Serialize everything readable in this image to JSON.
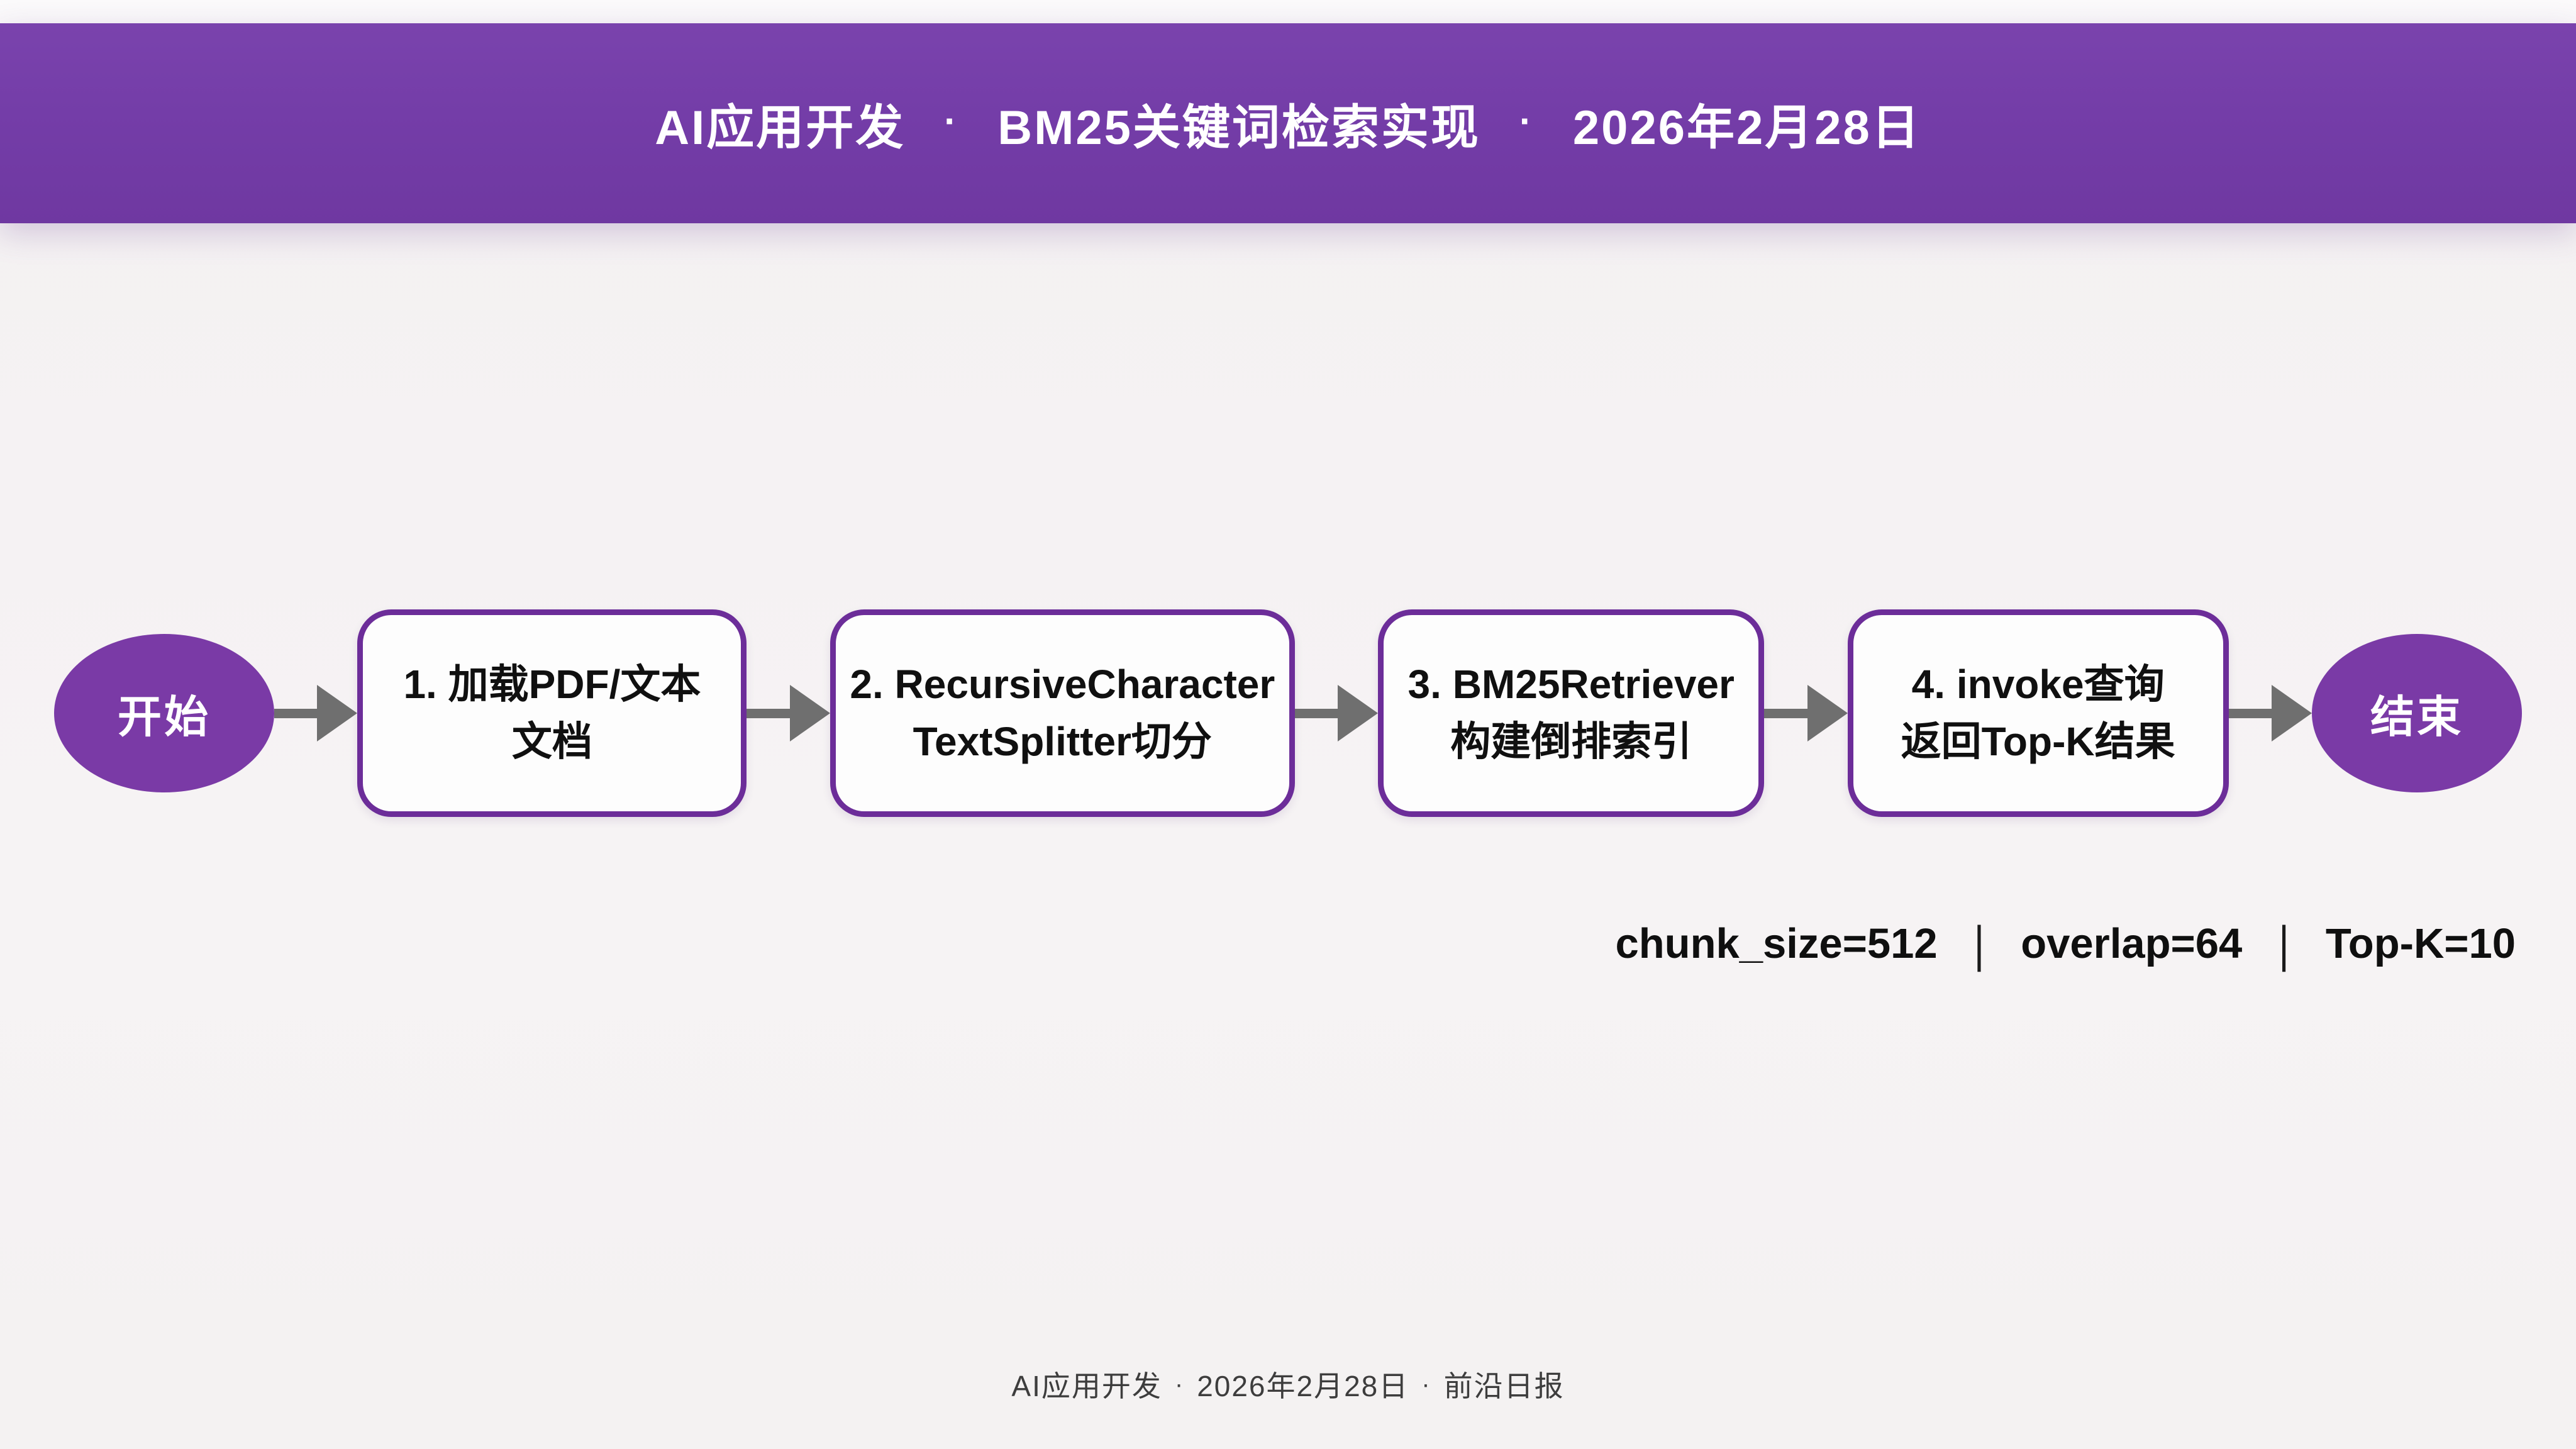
{
  "header": {
    "parts": [
      "AI应用开发",
      "BM25关键词检索实现",
      "2026年2月28日"
    ],
    "separator": "·"
  },
  "flowchart": {
    "start_label": "开始",
    "end_label": "结束",
    "steps": [
      {
        "line1": "1. 加载PDF/文本",
        "line2": "文档"
      },
      {
        "line1": "2. RecursiveCharacter",
        "line2": "TextSplitter切分"
      },
      {
        "line1": "3. BM25Retriever",
        "line2": "构建倒排索引"
      },
      {
        "line1": "4. invoke查询",
        "line2": "返回Top-K结果"
      }
    ]
  },
  "params": {
    "items": [
      "chunk_size=512",
      "overlap=64",
      "Top-K=10"
    ],
    "separator": "|"
  },
  "footer": {
    "parts": [
      "AI应用开发",
      "2026年2月28日",
      "前沿日报"
    ],
    "separator": "·"
  },
  "colors": {
    "banner_purple": "#743da8",
    "node_purple": "#7a3aa6",
    "box_border_purple": "#6c2d99",
    "box_fill": "#fdfdfd",
    "arrow_gray": "#6f6f6f",
    "background": "#f6f4f4",
    "text_black": "#101010",
    "footer_gray": "#3d3d3d"
  }
}
